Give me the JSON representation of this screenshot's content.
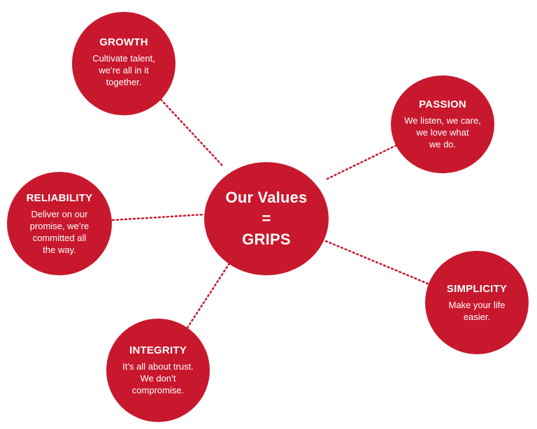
{
  "diagram": {
    "colors": {
      "circle_fill": "#c8182e",
      "text": "#ffffff",
      "connector": "#c8182e",
      "background": "#ffffff"
    },
    "center": {
      "title": "Our Values\n=\nGRIPS"
    },
    "values": [
      {
        "title": "GROWTH",
        "description": "Cultivate talent,\nwe’re all in it\ntogether."
      },
      {
        "title": "PASSION",
        "description": "We listen, we care,\nwe love what\nwe do."
      },
      {
        "title": "RELIABILITY",
        "description": "Deliver on our\npromise, we’re\ncommitted all\nthe way."
      },
      {
        "title": "SIMPLICITY",
        "description": "Make your life\neasier."
      },
      {
        "title": "INTEGRITY",
        "description": "It’s all about trust.\nWe don’t\ncompromise."
      }
    ]
  }
}
